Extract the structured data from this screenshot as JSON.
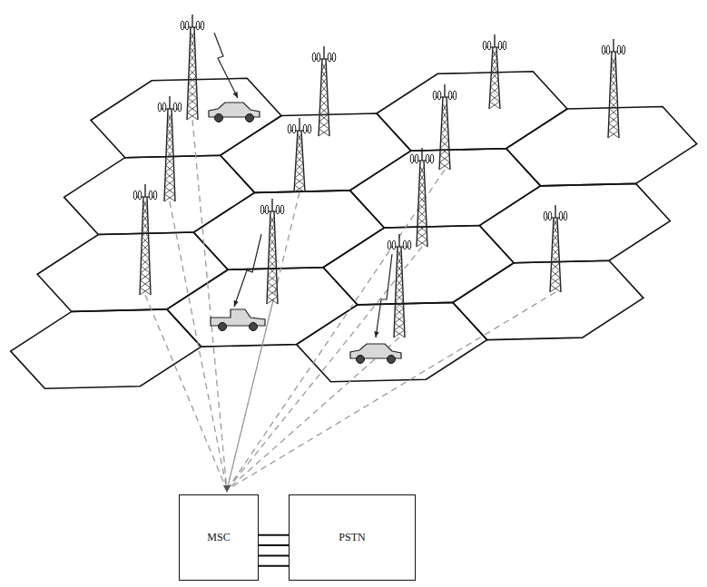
{
  "diagram": {
    "nodes": [
      {
        "text": [
          "MSC"
        ]
      },
      {
        "text": [
          "PSTN"
        ]
      }
    ],
    "edges": [
      {
        "from": 0,
        "to": 1,
        "arrow": "none"
      },
      {
        "from": 0,
        "to": 1,
        "arrow": "none"
      },
      {
        "from": 0,
        "to": 1,
        "arrow": "none"
      },
      {
        "from": 0,
        "to": 1,
        "arrow": "none"
      }
    ]
  }
}
